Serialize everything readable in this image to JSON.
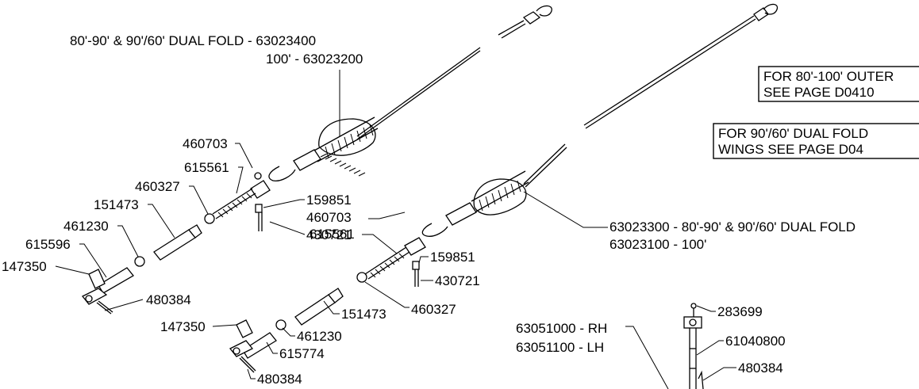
{
  "labels": {
    "cable_a_title_1": "80'-90' & 90'/60' DUAL FOLD - 63023400",
    "cable_a_title_2": "100' - 63023200",
    "cable_b_title_1": "63023300 - 80'-90' & 90'/60' DUAL FOLD",
    "cable_b_title_2": "63023100 - 100'",
    "note_outer_1": "FOR 80'-100' OUTER",
    "note_outer_2": "SEE PAGE D0410",
    "note_dual_1": "FOR 90'/60' DUAL FOLD",
    "note_dual_2": "WINGS SEE PAGE D04",
    "assy_rh": "63051000 - RH",
    "assy_lh": "63051100 - LH"
  },
  "upper_parts": {
    "p460703": "460703",
    "p615561": "615561",
    "p460327": "460327",
    "p151473": "151473",
    "p461230": "461230",
    "p615596": "615596",
    "p147350": "147350",
    "p480384": "480384",
    "p159851": "159851",
    "p460703b": "460703",
    "p430721": "430721",
    "p615561b": "615561"
  },
  "lower_parts": {
    "p159851": "159851",
    "p430721": "430721",
    "p460327": "460327",
    "p151473": "151473",
    "p147350": "147350",
    "p461230": "461230",
    "p615774": "615774",
    "p480384": "480384"
  },
  "right_parts": {
    "p283699": "283699",
    "p61040800": "61040800",
    "p480384": "480384"
  }
}
